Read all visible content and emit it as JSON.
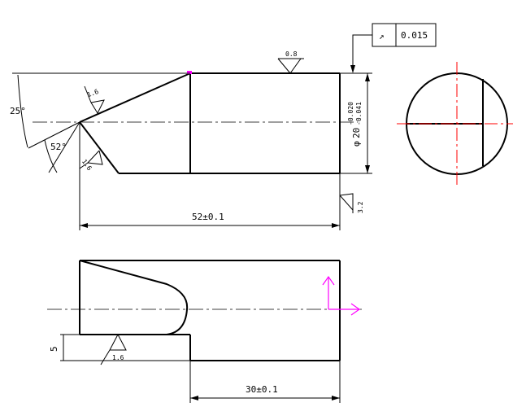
{
  "drawing": {
    "tolerance_frame": {
      "symbol": "↗",
      "value": "0.015"
    },
    "roughness": {
      "top_face": "0.8",
      "chamfer_upper": "1.6",
      "chamfer_lower": "1.6",
      "general": "3.2",
      "bottom_view": "1.6"
    },
    "angles": {
      "upper": "25°",
      "lower": "52°"
    },
    "diameter": {
      "symbol": "φ",
      "nominal": "20",
      "upper_dev": "-0.020",
      "lower_dev": "-0.041"
    },
    "dimensions": {
      "length": "52±0.1",
      "slot_length": "30±0.1",
      "step": "5"
    }
  }
}
